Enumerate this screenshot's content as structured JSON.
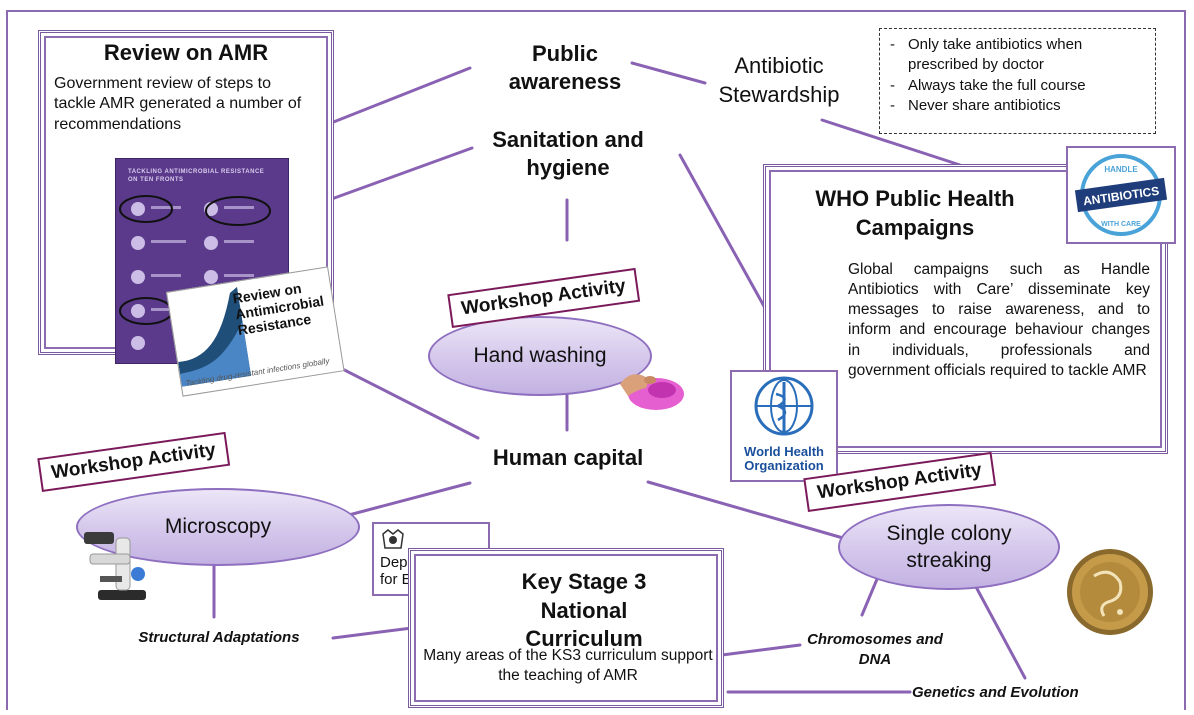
{
  "review": {
    "title": "Review on AMR",
    "text": "Government review of steps to tackle AMR generated a number of recommendations",
    "poster_heading": "TACKLING ANTIMICROBIAL RESISTANCE ON TEN FRONTS",
    "cover_title": "Review on Antimicrobial Resistance",
    "cover_subtitle": "Tackling drug-resistant infections globally"
  },
  "nodes": {
    "public_awareness": "Public awareness",
    "antibiotic_stewardship": "Antibiotic Stewardship",
    "sanitation": "Sanitation and hygiene",
    "human_capital": "Human capital"
  },
  "stewardship_tips": [
    "Only  take antibiotics when prescribed by doctor",
    "Always take the full course",
    "Never share antibiotics"
  ],
  "who": {
    "title": "WHO Public Health Campaigns",
    "text": "Global campaigns such as Handle Antibiotics with Care’ disseminate key messages to raise awareness, and to inform and encourage behaviour changes in individuals, professionals and government officials required to tackle AMR",
    "logo_line1": "World Health",
    "logo_line2": "Organization",
    "badge_top": "HANDLE",
    "badge_mid": "ANTIBIOTICS",
    "badge_bottom": "WITH CARE"
  },
  "workshops": {
    "label": "Workshop Activity",
    "hand_washing": "Hand washing",
    "microscopy": "Microscopy",
    "streaking": "Single colony streaking"
  },
  "ks3": {
    "title": "Key Stage 3 National Curriculum",
    "text": "Many areas of the KS3 curriculum support the  teaching of AMR",
    "dfe_line1": "Department",
    "dfe_line2": "for Education"
  },
  "topics": {
    "structural": "Structural Adaptations",
    "chromosomes": "Chromosomes and DNA",
    "genetics": "Genetics and Evolution"
  },
  "colors": {
    "frame": "#7a5a9e",
    "line": "#8a62b4",
    "ellipse": "#d2c4ea",
    "workshop_border": "#7b1a5a",
    "poster_bg": "#5b3a8c"
  }
}
